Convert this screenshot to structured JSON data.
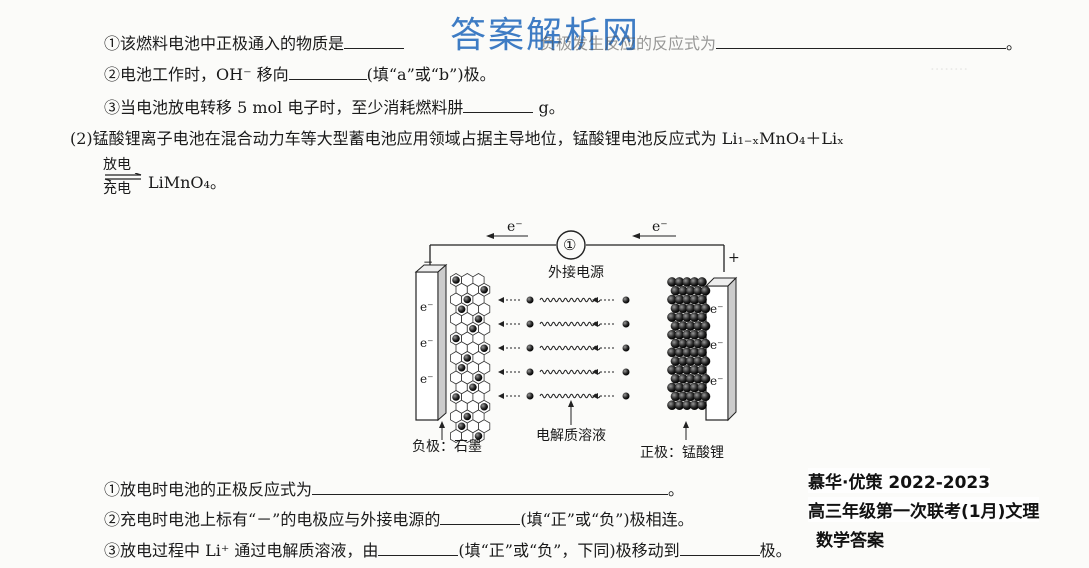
{
  "watermark": "答案解析网",
  "q1": {
    "item1_a": "①该燃料电池中正极通入的物质是",
    "item1_b": "负极发生反应的反应式为",
    "item1_end": "。",
    "item2_a": "②电池工作时，OH⁻ 移向",
    "item2_b": "(填“a”或“b”)极。",
    "item3_a": "③当电池放电转移 5 mol 电子时，至少消耗燃料肼",
    "item3_b": "g。"
  },
  "q2": {
    "intro": "(2)锰酸锂离子电池在混合动力车等大型蓄电池应用领域占据主导地位，锰酸锂电池反应式为 Li₁₋ₓMnO₄＋Liₓ",
    "arrow_top": "放电",
    "arrow_bottom": "充电",
    "product": "LiMnO₄。"
  },
  "figure": {
    "electron_left": "e⁻",
    "electron_right": "e⁻",
    "source_symbol": "①",
    "source_label": "外接电源",
    "minus_sign": "−",
    "plus_sign": "+",
    "electrolyte": "电解质溶液",
    "neg_label": "负极：石墨",
    "pos_label": "正极：锰酸锂",
    "e_tag": "e⁻"
  },
  "q2_items": {
    "item1_a": "①放电时电池的正极反应式为",
    "item1_end": "。",
    "item2_a": "②充电时电池上标有“－”的电极应与外接电源的",
    "item2_b": "(填“正”或“负”)极相连。",
    "item3_a": "③放电过程中 Li⁺ 通过电解质溶液，由",
    "item3_b": "(填“正”或“负”，下同)极移动到",
    "item3_end": "极。"
  },
  "stamp": {
    "line1": "慕华·优策 2022-2023",
    "line2": "高三年级第一次联考(1月)文理",
    "line3": "数学答案"
  }
}
